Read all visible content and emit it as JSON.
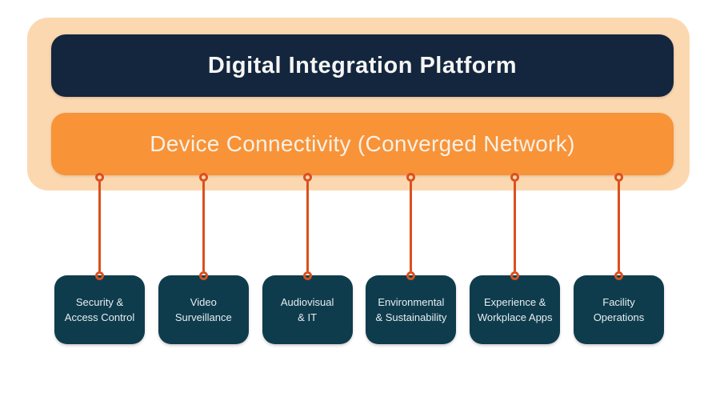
{
  "diagram": {
    "platform_bar": {
      "label": "Digital Integration Platform"
    },
    "connectivity_bar": {
      "label": "Device Connectivity (Converged Network)"
    },
    "nodes": [
      {
        "line1": "Security &",
        "line2": "Access Control"
      },
      {
        "line1": "Video",
        "line2": "Surveillance"
      },
      {
        "line1": "Audiovisual",
        "line2": "& IT"
      },
      {
        "line1": "Environmental",
        "line2": "& Sustainability"
      },
      {
        "line1": "Experience &",
        "line2": "Workplace Apps"
      },
      {
        "line1": "Facility",
        "line2": "Operations"
      }
    ],
    "colors": {
      "group_container_bg": "#fcd8b1",
      "platform_bar_bg": "#13263d",
      "connectivity_bar_bg": "#f89338",
      "connector": "#d9511f",
      "node_bg": "#0e3c4d",
      "bar_text": "#f5f5f5",
      "node_text": "#e8eef0"
    }
  }
}
